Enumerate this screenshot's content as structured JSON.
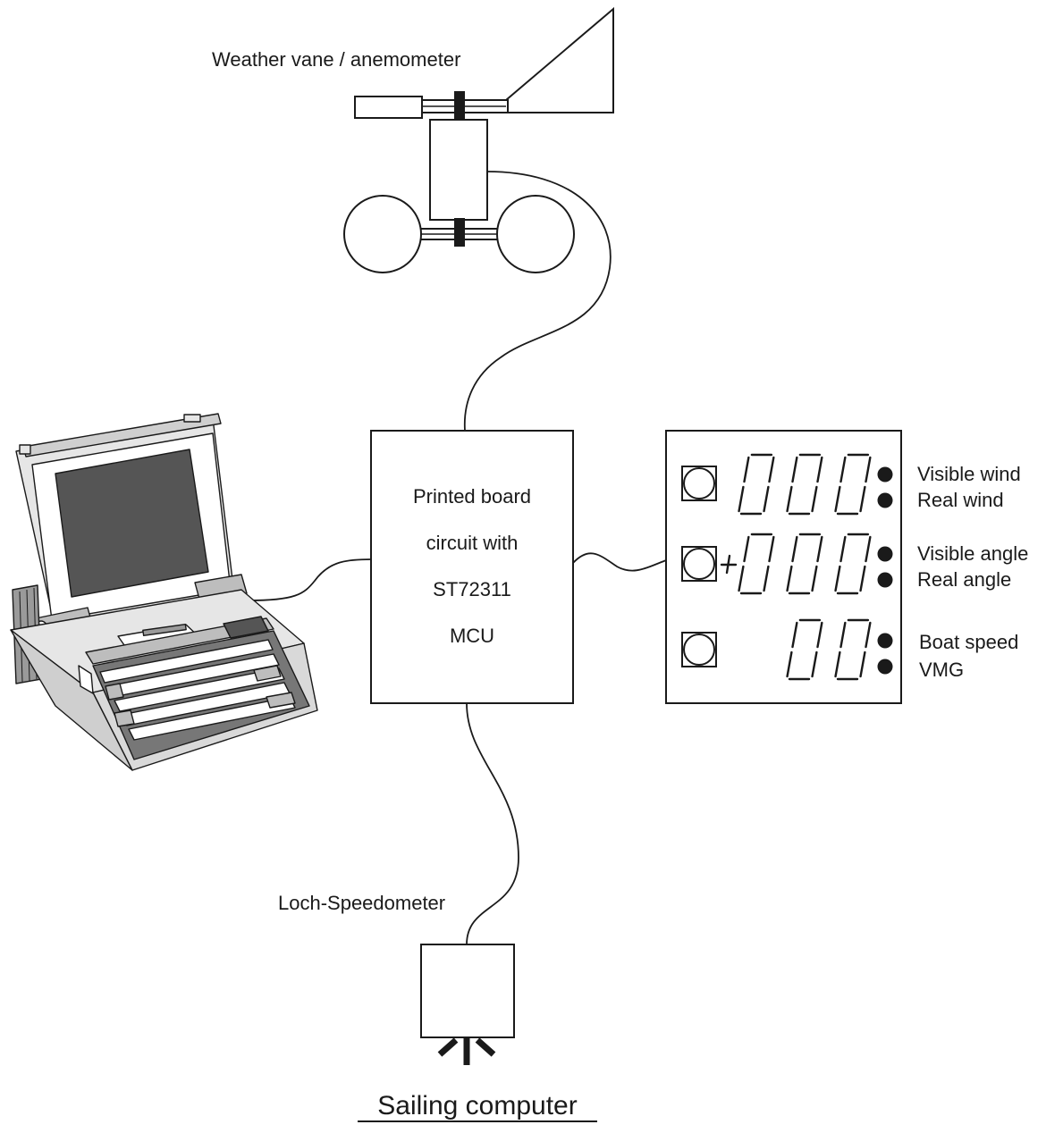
{
  "labels": {
    "anemometer": "Weather vane / anemometer",
    "board": [
      "Printed board",
      "circuit with",
      "ST72311",
      "MCU"
    ],
    "display_rows": [
      [
        "Visible wind",
        "Real wind"
      ],
      [
        "Visible angle",
        "Real angle"
      ],
      [
        "Boat speed",
        "VMG"
      ]
    ],
    "loch": "Loch-Speedometer",
    "caption": "Sailing computer"
  },
  "colors": {
    "ink": "#1a1a1a",
    "laptop_screen": "#555555",
    "laptop_body": "#e6e6e6",
    "laptop_dark": "#9a9a9a"
  },
  "icons": [
    "weather-vane-icon",
    "laptop-icon",
    "seven-segment-display-icon",
    "loch-sensor-icon"
  ]
}
